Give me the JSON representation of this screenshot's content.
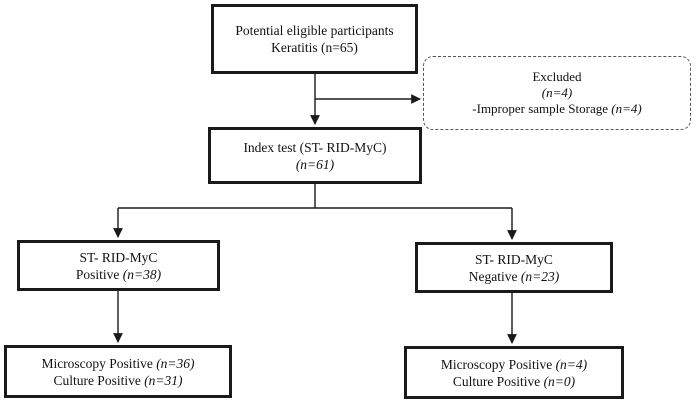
{
  "boxes": {
    "eligible": {
      "line1": "Potential eligible participants",
      "line2": "Keratitis (n=65)"
    },
    "excluded": {
      "title": "Excluded",
      "count": "(n=4)",
      "reason_text": "-Improper sample Storage ",
      "reason_count": "(n=4)"
    },
    "index_test": {
      "line1": "Index test (ST- RID-MyC)",
      "count": "(n=61)"
    },
    "positive": {
      "line1": "ST- RID-MyC",
      "label": "Positive ",
      "count": "(n=38)"
    },
    "negative": {
      "line1": "ST- RID-MyC",
      "label": "Negative ",
      "count": "(n=23)"
    },
    "pos_results": {
      "micro_label": "Microscopy Positive ",
      "micro_count": "(n=36)",
      "culture_label": "Culture Positive ",
      "culture_count": "(n=31)"
    },
    "neg_results": {
      "micro_label": "Microscopy Positive ",
      "micro_count": "(n=4)",
      "culture_label": "Culture Positive ",
      "culture_count": "(n=0)"
    }
  },
  "colors": {
    "stroke": "#1a1a1a",
    "dashed_stroke": "#555555",
    "background": "#ffffff"
  }
}
